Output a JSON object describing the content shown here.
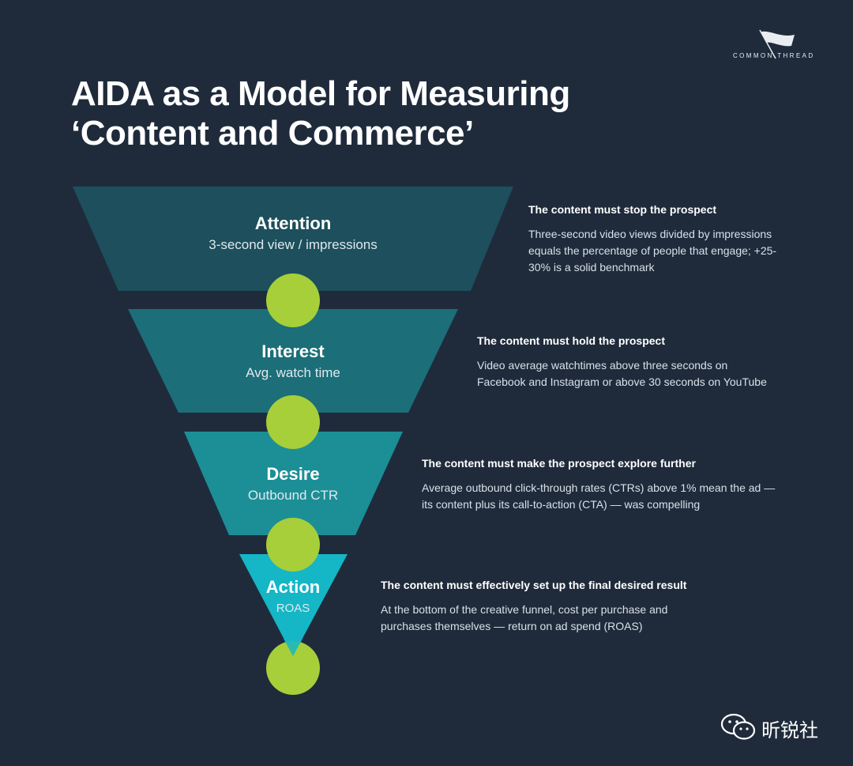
{
  "logo": {
    "name": "COMMON THREAD",
    "icon": "flag-icon"
  },
  "title": {
    "line1": "AIDA as a Model for Measuring",
    "line2": "‘Content and Commerce’"
  },
  "colors": {
    "background": "#1f2b3b",
    "attention": "#1d4f5c",
    "interest": "#1c6e78",
    "desire": "#1c8e96",
    "action": "#15b6c6",
    "connector": "#a6cf3a"
  },
  "stages": [
    {
      "name": "Attention",
      "metric": "3-second view / impressions",
      "heading": "The content must stop the prospect",
      "body": "Three-second video views divided by impressions equals the percentage of people that engage; +25-30% is a solid benchmark"
    },
    {
      "name": "Interest",
      "metric": "Avg. watch time",
      "heading": "The content must hold the prospect",
      "body": "Video average watchtimes above three seconds on Facebook and Instagram or above 30 seconds on YouTube"
    },
    {
      "name": "Desire",
      "metric": "Outbound CTR",
      "heading": "The content must make the prospect explore further",
      "body": "Average outbound click-through rates (CTRs) above 1% mean the ad — its content plus its call-to-action (CTA) — was compelling"
    },
    {
      "name": "Action",
      "metric": "ROAS",
      "heading": "The content must effectively set up the final desired result",
      "body": "At the bottom of the creative funnel, cost per purchase and purchases themselves — return on ad spend (ROAS)"
    }
  ],
  "watermark": {
    "text": "昕锐社",
    "icon": "wechat-icon"
  }
}
